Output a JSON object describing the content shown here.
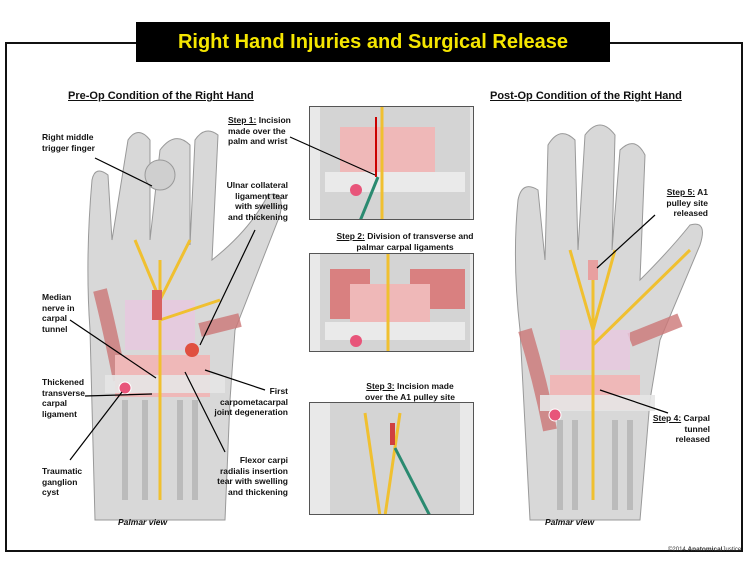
{
  "title": "Right Hand Injuries and Surgical Release",
  "pre_op": {
    "heading": "Pre-Op Condition of the Right Hand",
    "labels": {
      "trigger_finger": "Right middle trigger finger",
      "ulnar_collateral": "Ulnar collateral ligament tear with swelling and thickening",
      "median_nerve": "Median nerve in carpal tunnel",
      "transverse_ligament": "Thickened transverse carpal ligament",
      "ganglion": "Traumatic ganglion cyst",
      "first_cmc": "First carpometacarpal joint degeneration",
      "fcr": "Flexor carpi radialis insertion tear with swelling and thickening"
    },
    "view": "Palmar view"
  },
  "steps": [
    {
      "step": "Step 1:",
      "text": "Incision made over the palm and wrist"
    },
    {
      "step": "Step 2:",
      "text": "Division of transverse and palmar carpal ligaments"
    },
    {
      "step": "Step 3:",
      "text": "Incision made over the A1 pulley site"
    }
  ],
  "post_op": {
    "heading": "Post-Op Condition of the Right Hand",
    "step5": {
      "step": "Step 5:",
      "text": "A1 pulley site released"
    },
    "step4": {
      "step": "Step 4:",
      "text": "Carpal tunnel released"
    },
    "view": "Palmar view"
  },
  "copyright": {
    "year": "©2014",
    "brand": "Anatomical",
    "suffix": "Justice"
  },
  "colors": {
    "banner_bg": "#000000",
    "banner_text": "#f5e600",
    "nerve": "#f0c030",
    "muscle": "#d98080",
    "ligament": "#f0c8c8"
  }
}
